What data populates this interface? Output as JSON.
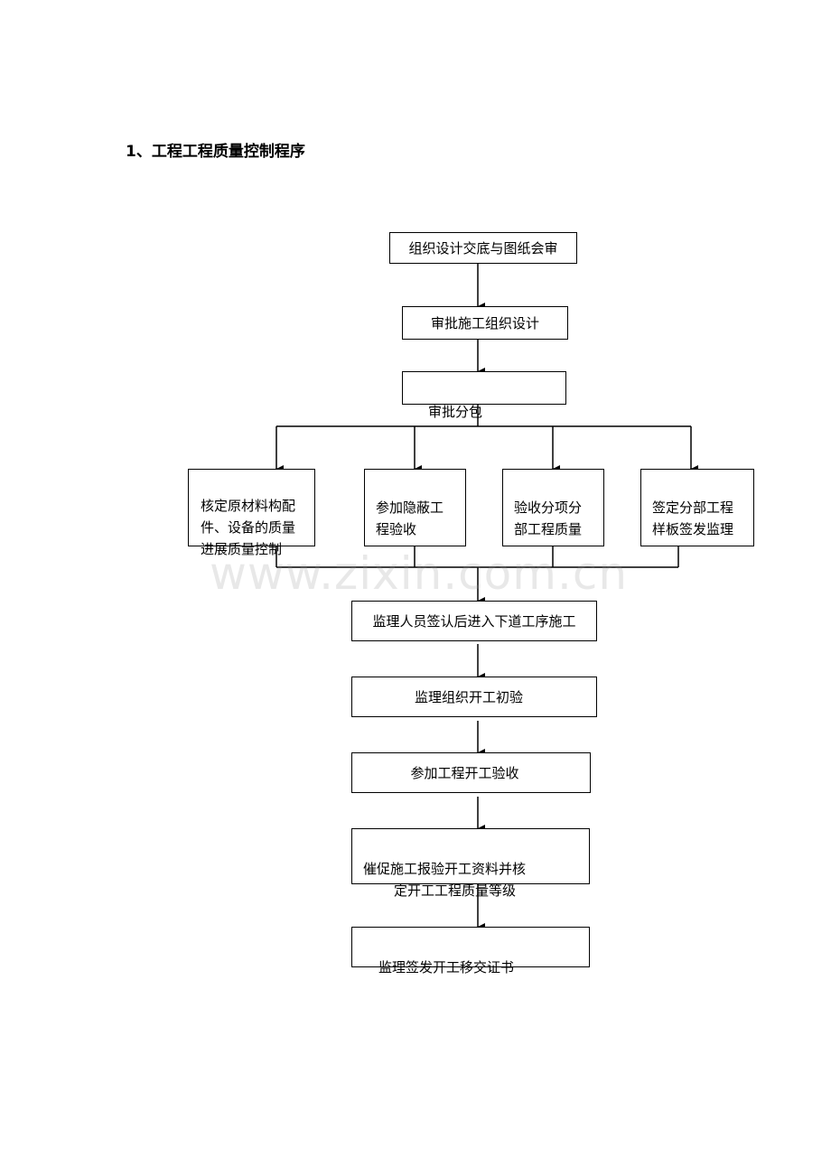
{
  "heading": "1、工程工程质量控制程序",
  "watermark": "www.zixin.com.cn",
  "colors": {
    "line": "#000000",
    "watermark": "#969696"
  },
  "nodes": {
    "n1": "组织设计交底与图纸会审",
    "n2": "审批施工组织设计",
    "n3": "审批分包",
    "b1": "核定原材料构配\n件、设备的质量\n进展质量控制",
    "b2": "参加隐蔽工\n程验收",
    "b3": "验收分项分\n部工程质量",
    "b4": "签定分部工程\n样板签发监理",
    "n4": "监理人员签认后进入下道工序施工",
    "n5": "监理组织开工初验",
    "n6": "参加工程开工验收",
    "n7": "催促施工报验开工资料并核\n定开工工程质量等级",
    "n8": "监理签发开工移交证书"
  }
}
